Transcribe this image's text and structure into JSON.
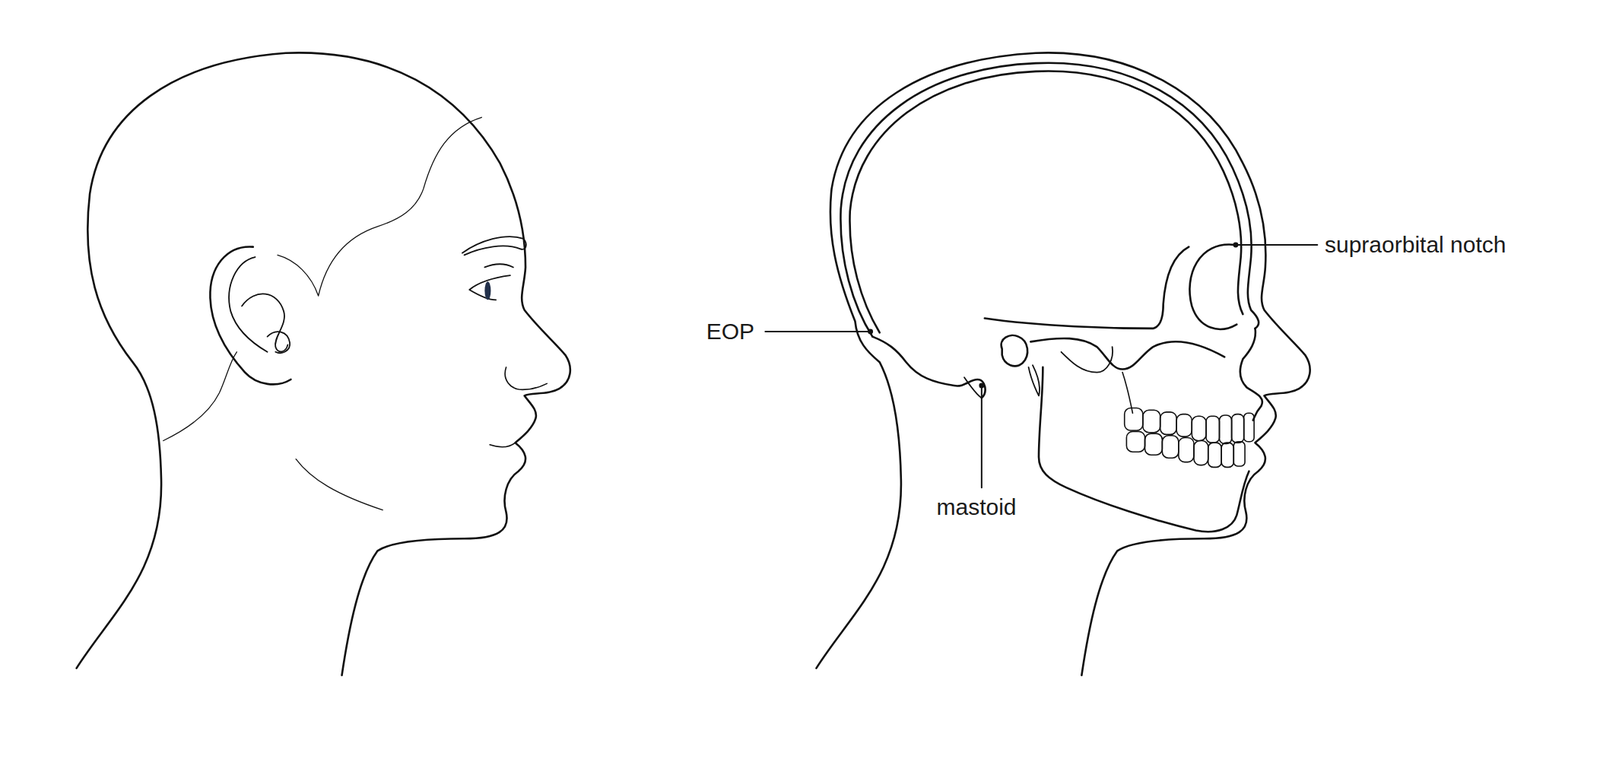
{
  "diagram": {
    "labels": [
      "EOP",
      "mastoid",
      "supraorbital notch"
    ]
  }
}
